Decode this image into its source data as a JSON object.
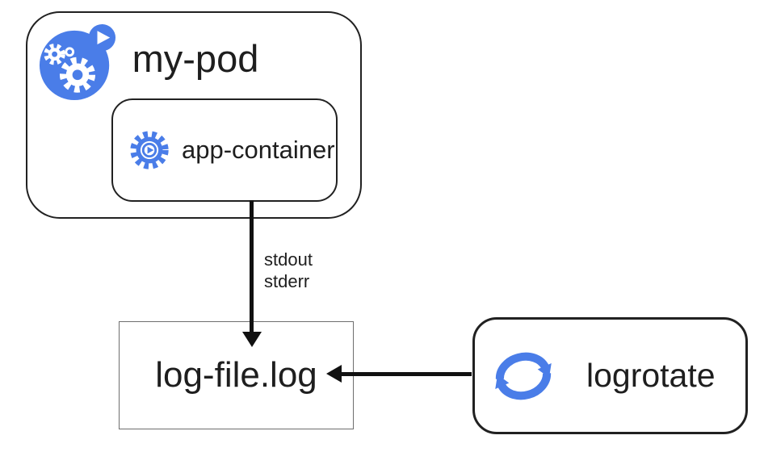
{
  "pod": {
    "label": "my-pod"
  },
  "container": {
    "label": "app-container"
  },
  "log_file": {
    "label": "log-file.log"
  },
  "logrotate": {
    "label": "logrotate"
  },
  "stream_labels": {
    "stdout": "stdout",
    "stderr": "stderr"
  },
  "icons": {
    "pod_icon": "pod-workload-gears-icon",
    "container_icon": "container-gear-play-icon",
    "logrotate_icon": "rotate-cycle-arrows-icon"
  },
  "colors": {
    "icon-blue": "#4a7de8",
    "border-dark": "#212121",
    "border-light": "#6e6e6e",
    "arrow-black": "#111111",
    "text": "#1e1e1e",
    "background": "#ffffff"
  }
}
